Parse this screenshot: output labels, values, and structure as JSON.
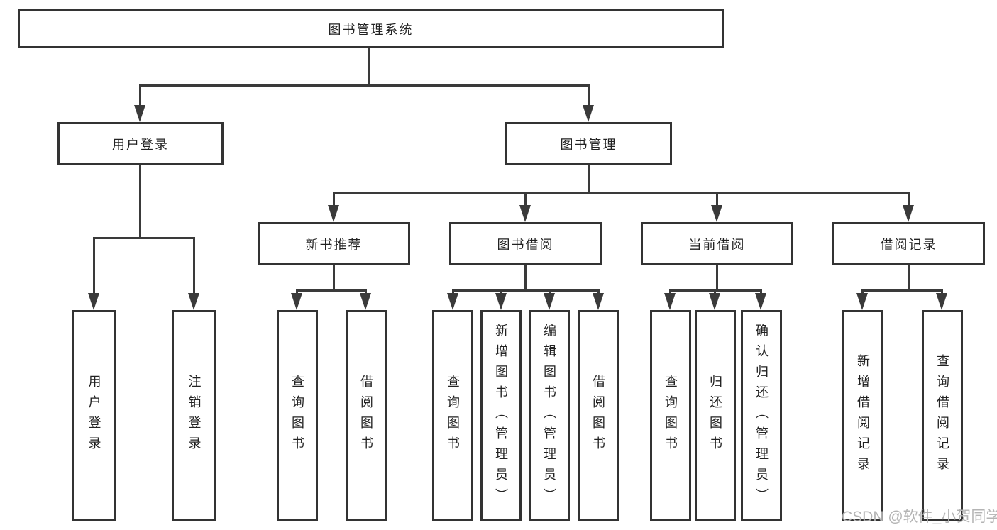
{
  "colors": {
    "line": "#3a3a3a",
    "box_border": "#333333",
    "text": "#222222",
    "watermark": "#b4b4b4",
    "background": "#ffffff"
  },
  "tree": {
    "root": {
      "label": "图书管理系统"
    },
    "branches": [
      {
        "label": "用户登录",
        "children": [
          "用户登录",
          "注销登录"
        ]
      },
      {
        "label": "图书管理",
        "sections": [
          {
            "label": "新书推荐",
            "children": [
              "查询图书",
              "借阅图书"
            ]
          },
          {
            "label": "图书借阅",
            "children": [
              "查询图书",
              "新增图书（管理员）",
              "编辑图书（管理员）",
              "借阅图书"
            ]
          },
          {
            "label": "当前借阅",
            "children": [
              "查询图书",
              "归还图书",
              "确认归还（管理员）"
            ]
          },
          {
            "label": "借阅记录",
            "children": [
              "新增借阅记录",
              "查询借阅记录"
            ]
          }
        ]
      }
    ]
  },
  "watermark": {
    "text": "CSDN @软件_小贺同学"
  }
}
